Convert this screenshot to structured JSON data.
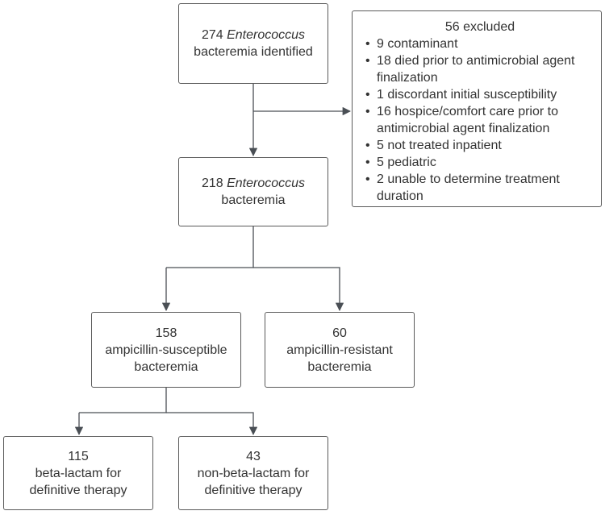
{
  "identified": {
    "count": "274",
    "organism": "Enterococcus",
    "label": "bacteremia identified"
  },
  "excluded": {
    "title": "56 excluded",
    "items": [
      "9 contaminant",
      "18 died prior to antimicrobial agent finalization",
      "1 discordant initial susceptibility",
      "16 hospice/comfort care prior to antimicrobial agent finalization",
      "5 not treated inpatient",
      "5 pediatric",
      "2 unable to determine treatment duration"
    ]
  },
  "bacteremia": {
    "count": "218",
    "organism": "Enterococcus",
    "label": "bacteremia"
  },
  "susceptible": {
    "count": "158",
    "line1": "ampicillin-susceptible",
    "line2": "bacteremia"
  },
  "resistant": {
    "count": "60",
    "line1": "ampicillin-resistant",
    "line2": "bacteremia"
  },
  "beta_lactam": {
    "count": "115",
    "line1": "beta-lactam for",
    "line2": "definitive therapy"
  },
  "non_beta_lactam": {
    "count": "43",
    "line1": "non-beta-lactam for",
    "line2": "definitive therapy"
  },
  "colors": {
    "border": "#5a5a5a",
    "connector": "#4a4f55",
    "text": "#333333"
  }
}
